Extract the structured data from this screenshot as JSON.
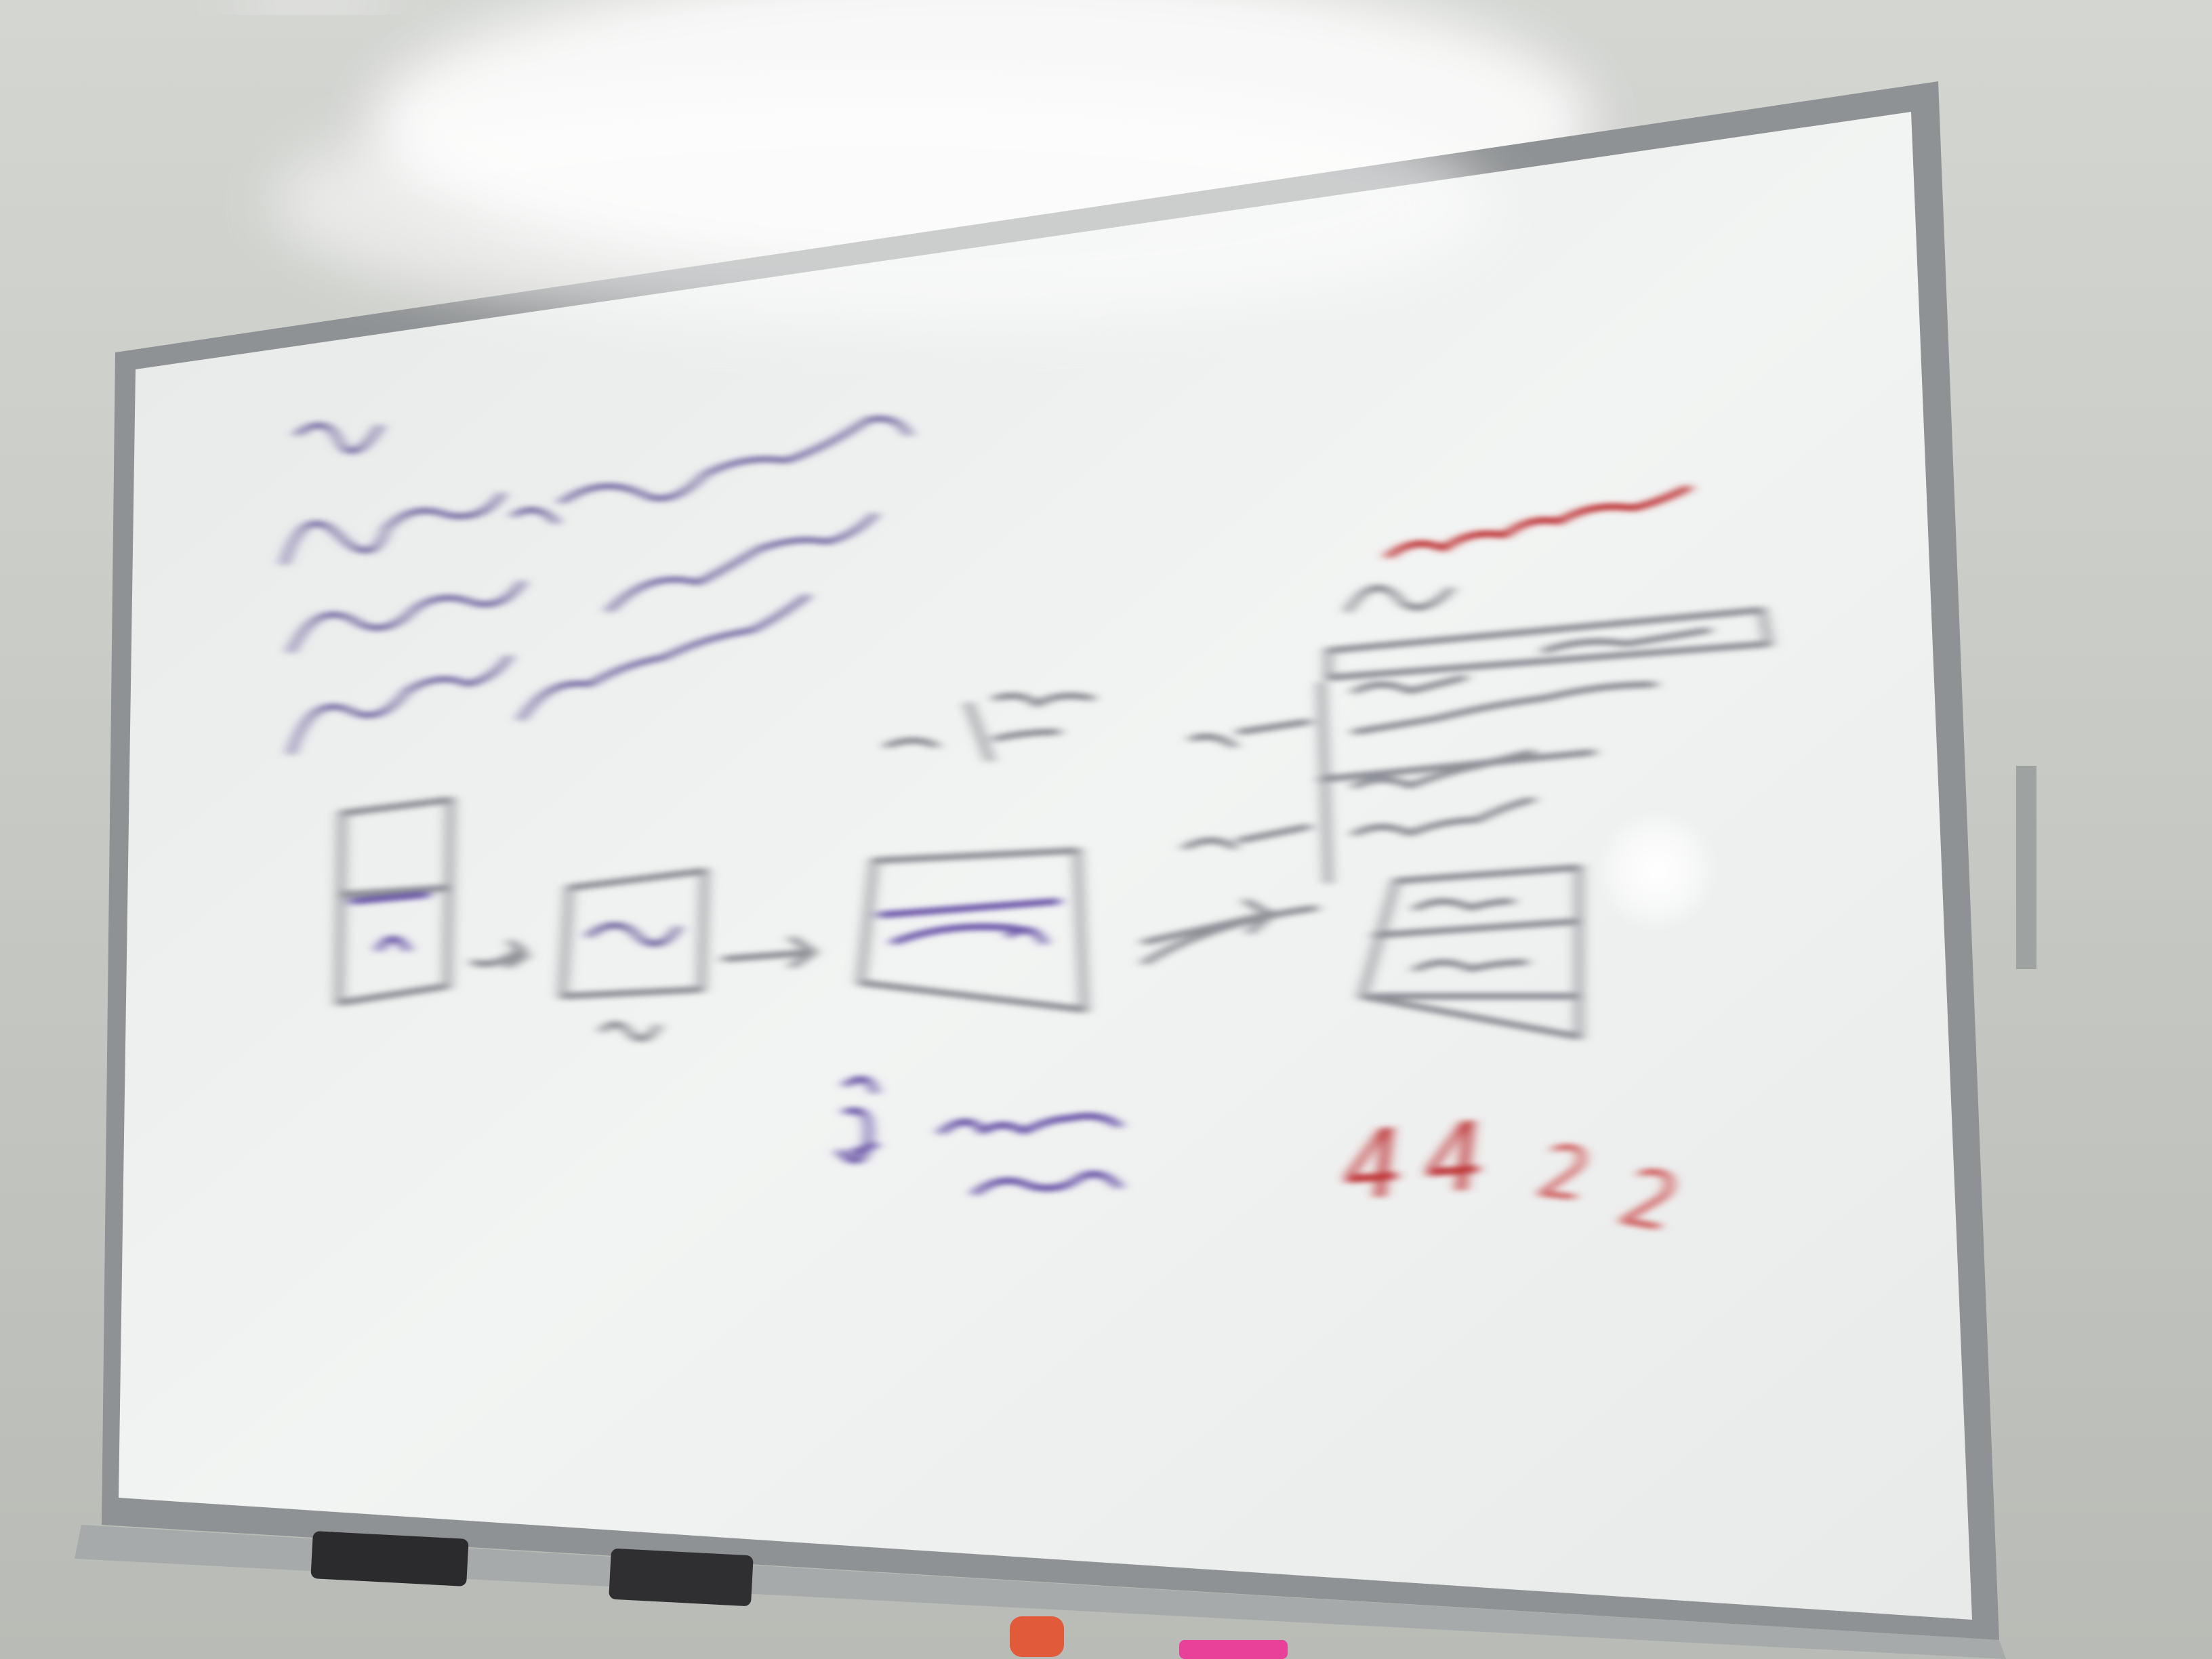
{
  "whiteboard": {
    "visible_writing": {
      "red_numbers": [
        "4",
        "4",
        "2",
        "2"
      ]
    }
  },
  "colors": {
    "wall": "#c9cbc6",
    "board": "#eef0ef",
    "frame": "#8f9294",
    "marker_purple": "#6a55a8",
    "marker_grey": "#8d8f96",
    "marker_red": "#c0393b"
  }
}
